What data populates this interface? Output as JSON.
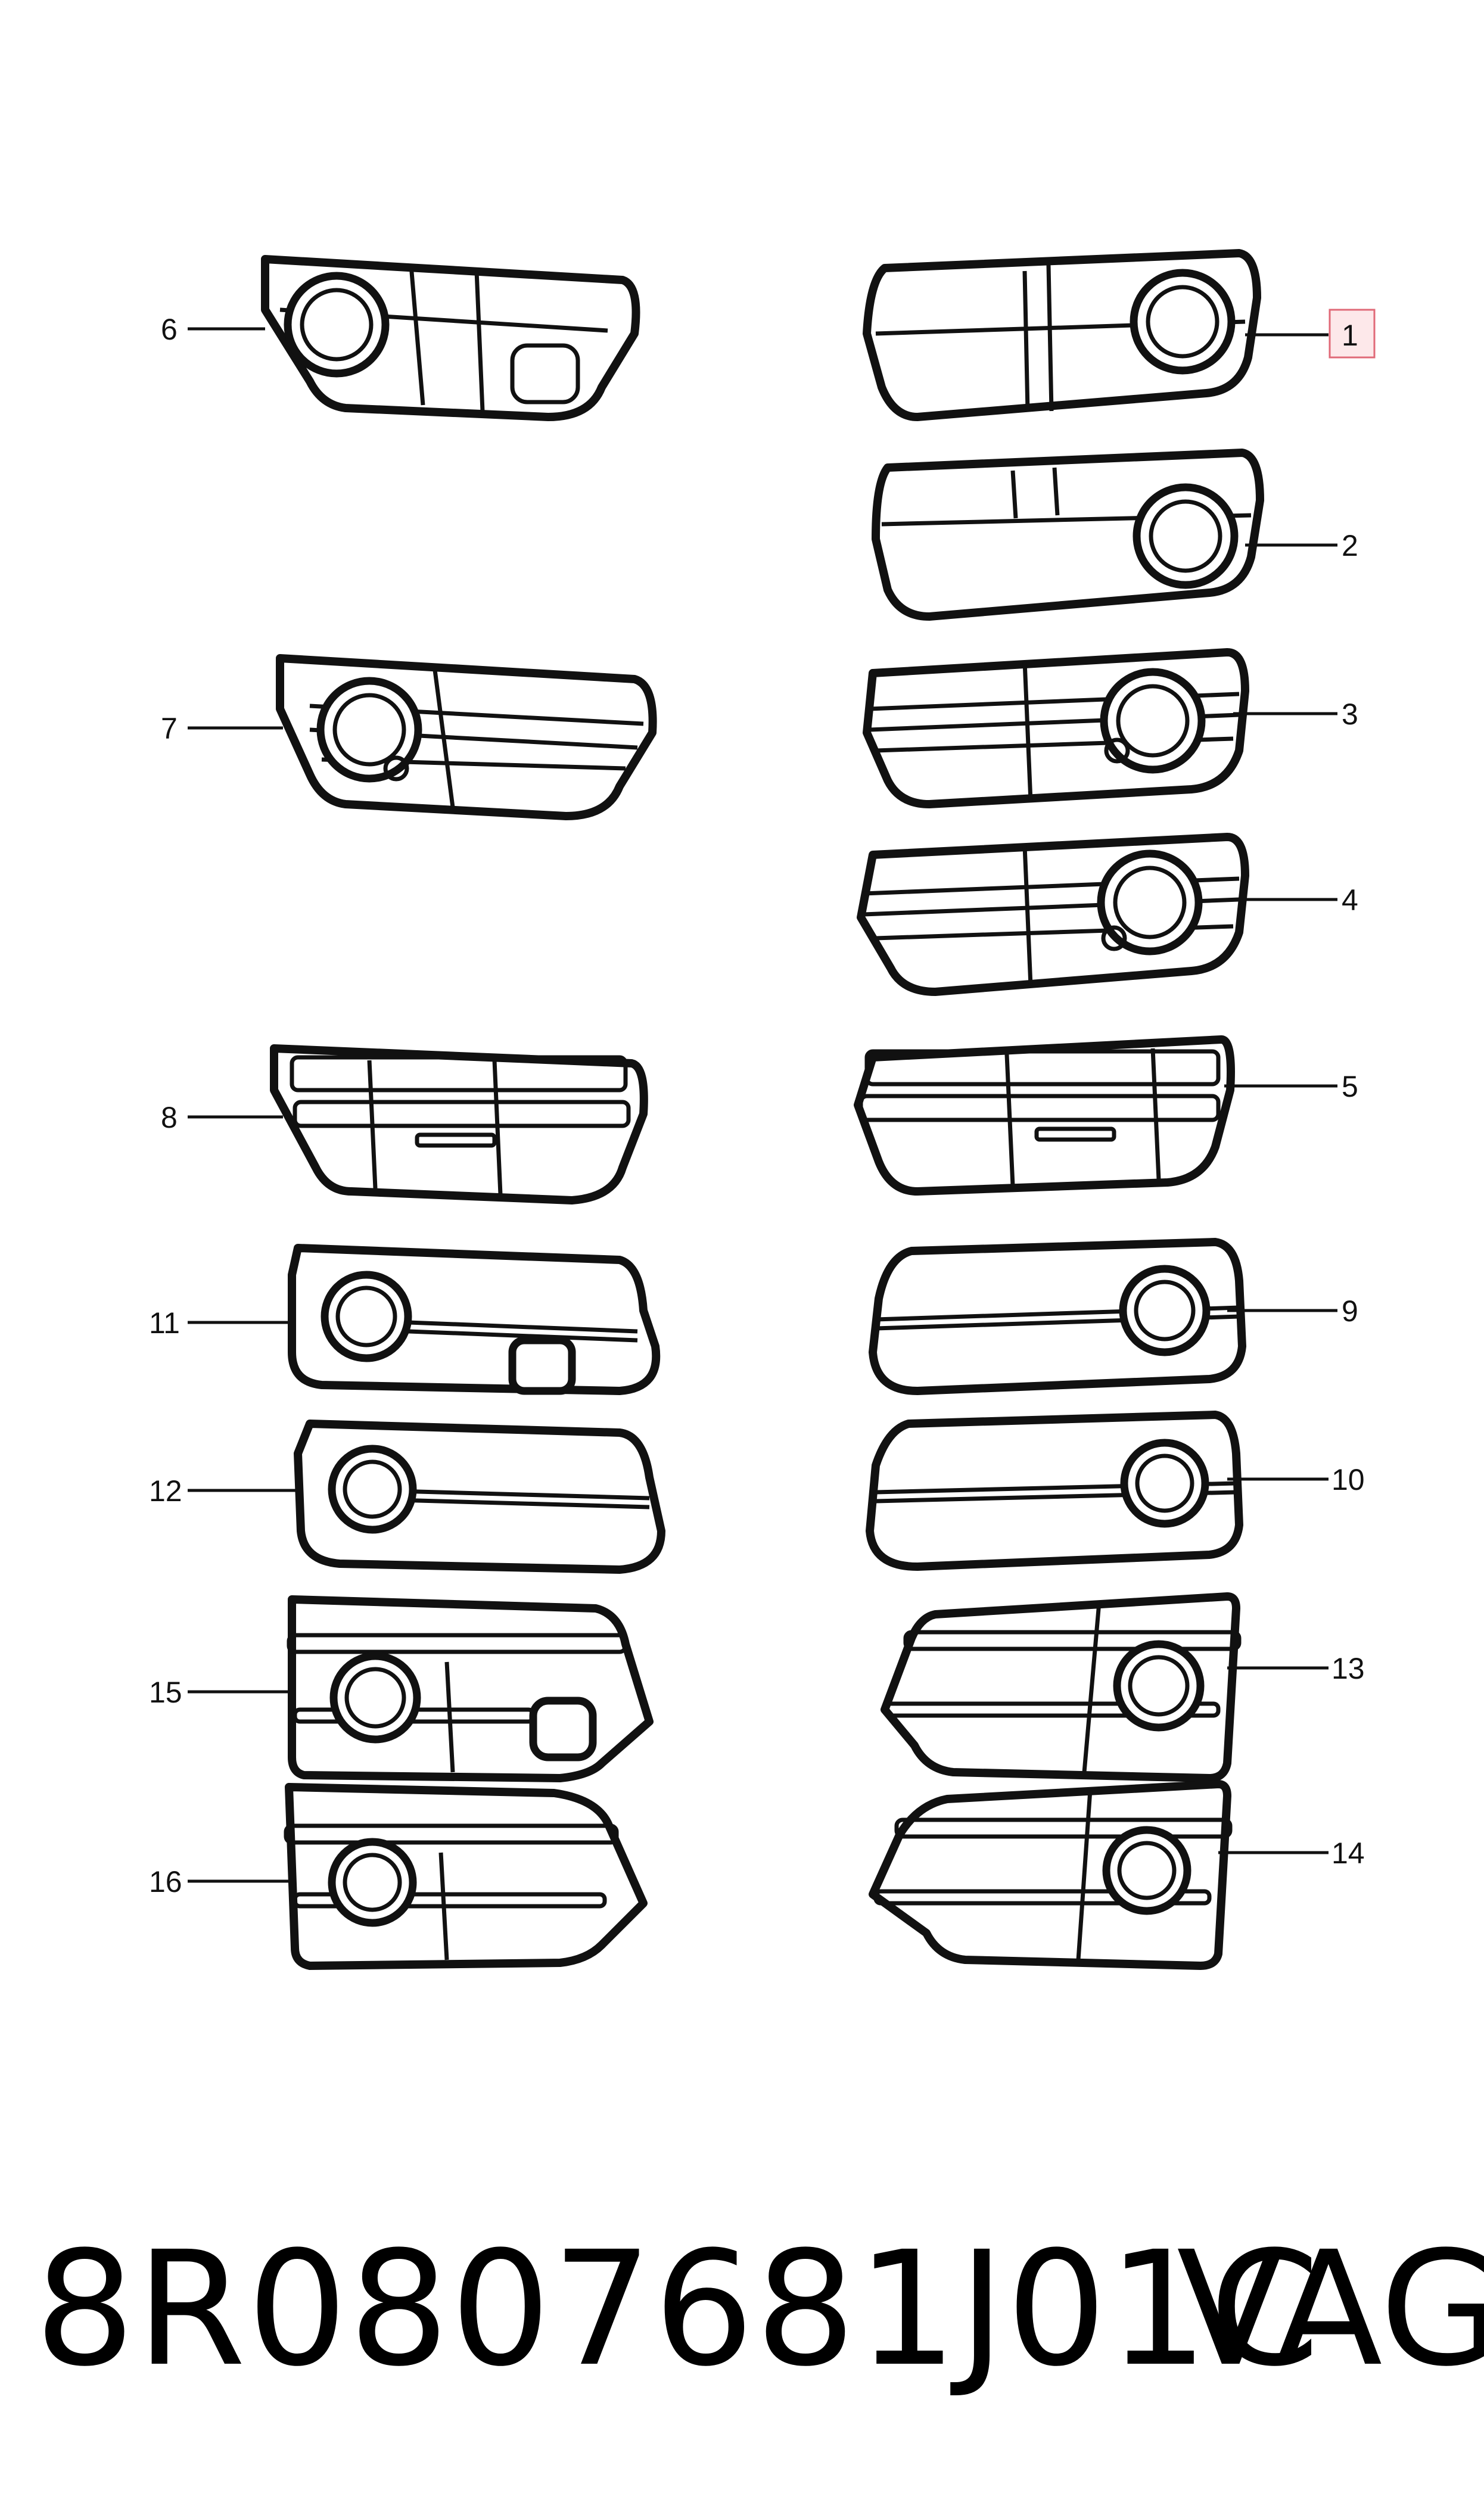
{
  "diagram": {
    "callouts": [
      {
        "id": "c1",
        "label": "1",
        "highlighted": true
      },
      {
        "id": "c2",
        "label": "2"
      },
      {
        "id": "c3",
        "label": "3"
      },
      {
        "id": "c4",
        "label": "4"
      },
      {
        "id": "c5",
        "label": "5"
      },
      {
        "id": "c6",
        "label": "6"
      },
      {
        "id": "c7",
        "label": "7"
      },
      {
        "id": "c8",
        "label": "8"
      },
      {
        "id": "c9",
        "label": "9"
      },
      {
        "id": "c10",
        "label": "10"
      },
      {
        "id": "c11",
        "label": "11"
      },
      {
        "id": "c12",
        "label": "12"
      },
      {
        "id": "c13",
        "label": "13"
      },
      {
        "id": "c14",
        "label": "14"
      },
      {
        "id": "c15",
        "label": "15"
      },
      {
        "id": "c16",
        "label": "16"
      }
    ],
    "highlight_color": "#e06a78"
  },
  "footer": {
    "part_number": "8R0807681J01C",
    "brand": "VAG"
  }
}
